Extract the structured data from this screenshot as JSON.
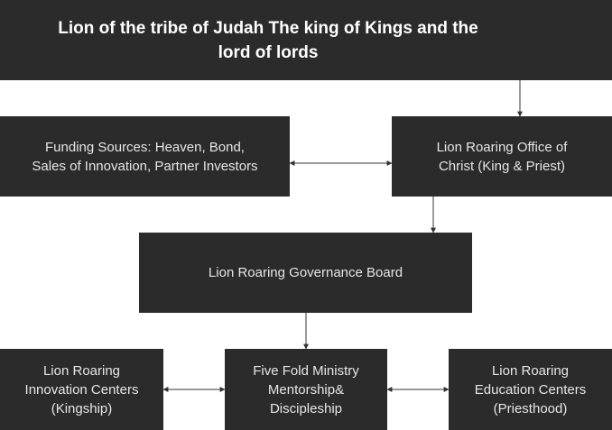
{
  "title": "Lion of the tribe of Judah  The king of Kings and the lord of lords",
  "boxes": {
    "funding": "Funding Sources: Heaven, Bond,\nSales of Innovation, Partner Investors",
    "office": "Lion Roaring Office of\nChrist  (King & Priest)",
    "board": "Lion Roaring Governance Board",
    "innovation": "Lion Roaring\nInnovation Centers\n(Kingship)",
    "ministry": "Five Fold Ministry\nMentorship&\nDiscipleship",
    "education": "Lion Roaring\nEducation Centers\n(Priesthood)"
  },
  "colors": {
    "box_fill": "#2b2b2b",
    "box_text": "#e6e6e6",
    "connector": "#333333"
  }
}
